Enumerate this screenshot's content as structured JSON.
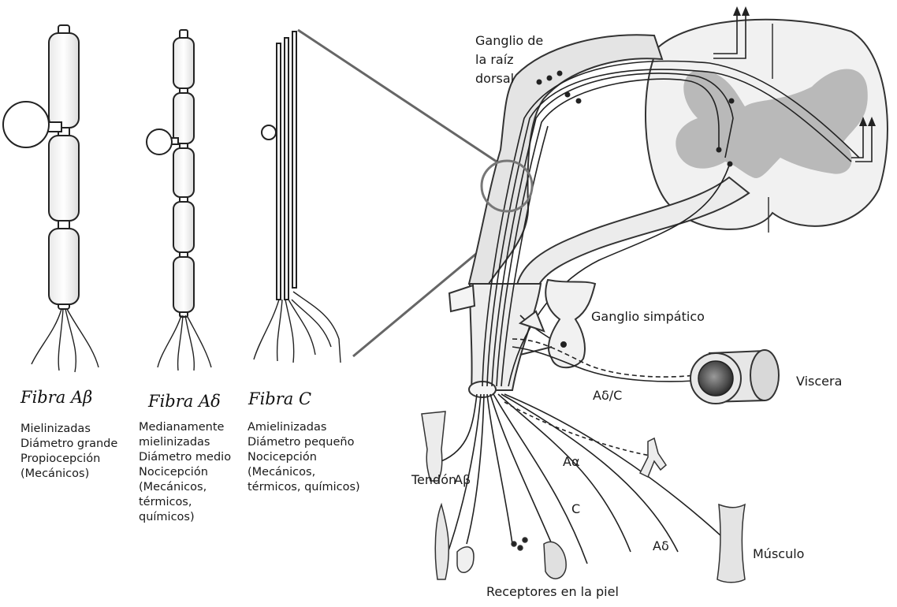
{
  "fibers": [
    {
      "title": "Fibra Aβ",
      "lines": [
        "Mielinizadas",
        "Diámetro grande",
        "Propiocepción",
        "(Mecánicos)"
      ]
    },
    {
      "title": "Fibra Aδ",
      "lines": [
        "Medianamente",
        "mielinizadas",
        "Diámetro medio",
        "Nocicepción",
        "(Mecánicos,",
        "térmicos,",
        "químicos)"
      ]
    },
    {
      "title": "Fibra C",
      "lines": [
        "Amielinizadas",
        "Diámetro pequeño",
        "Nocicepción",
        "(Mecánicos,",
        "térmicos, químicos)"
      ]
    }
  ],
  "labels": {
    "dorsal_ganglion": [
      "Ganglio de",
      "la raíz",
      "dorsal"
    ],
    "sympathetic_ganglion": "Ganglio simpático",
    "viscera": "Viscera",
    "adelta_c": "Aδ/C",
    "aalpha": "Aα",
    "tendon": "Tendón",
    "abeta": "Aβ",
    "c": "C",
    "adelta": "Aδ",
    "muscle": "Músculo",
    "skin_receptors": "Receptores en la piel"
  }
}
